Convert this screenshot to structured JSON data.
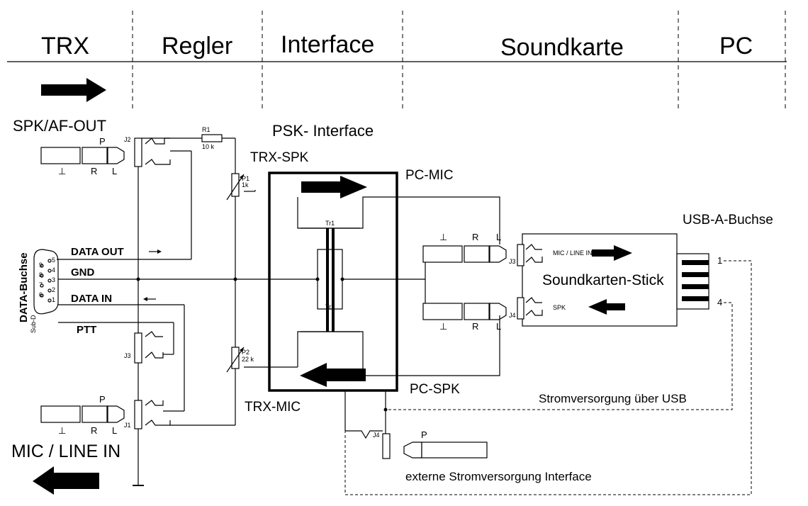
{
  "headers": {
    "trx": "TRX",
    "regler": "Regler",
    "interface": "Interface",
    "soundkarte": "Soundkarte",
    "pc": "PC"
  },
  "labels": {
    "spk_af_out": "SPK/AF-OUT",
    "psk_interface": "PSK- Interface",
    "trx_spk": "TRX-SPK",
    "pc_mic": "PC-MIC",
    "pc_spk": "PC-SPK",
    "trx_mic": "TRX-MIC",
    "mic_line_in": "MIC / LINE IN",
    "usb_a_buchse": "USB-A-Buchse",
    "soundkarten_stick": "Soundkarten-Stick",
    "stromversorgung_usb": "Stromversorgung über USB",
    "externe_strom": "externe Stromversorgung Interface",
    "data_buchse": "DATA-Buchse",
    "sub_d": "Sub-D",
    "data_out": "DATA OUT",
    "gnd": "GND",
    "data_in": "DATA IN",
    "ptt": "PTT",
    "mic_line_in_small": "MIC / LINE IN",
    "spk_small": "SPK"
  },
  "components": {
    "r1": "R1",
    "r1_value": "10 k",
    "p1": "P1",
    "p1_value": "1k",
    "p2": "P2",
    "p2_value": "22 k",
    "tr1": "Tr1",
    "tr2": "Tr2",
    "j1": "J1",
    "j2": "J2",
    "j3_left": "J3",
    "j3_stick": "J3",
    "j4_stick": "J4",
    "j4_ext": "J4"
  },
  "plug_labels": {
    "ground": "⊥",
    "ring": "R",
    "tip": "L",
    "p": "P"
  },
  "usb_pins": {
    "pin1": "1",
    "pin4": "4"
  },
  "subd_pins": [
    "5",
    "4",
    "3",
    "2",
    "1",
    "9",
    "8",
    "7",
    "6"
  ]
}
